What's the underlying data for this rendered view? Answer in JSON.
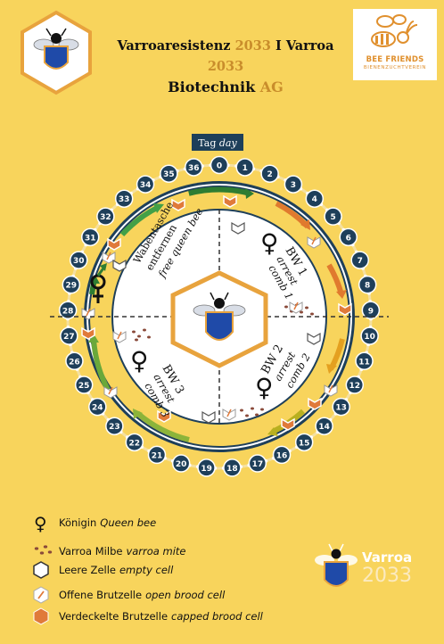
{
  "header": {
    "line1_a": "Varroaresistenz ",
    "line1_b": "2033",
    "line1_c": " I Varroa ",
    "line1_d": "2033",
    "line2_a": "Biotechnik ",
    "line2_b": "AG"
  },
  "partner_logo": {
    "name": "BEE FRIENDS",
    "sub": "BIENENZUCHTVEREIN"
  },
  "tag_label": {
    "de": "Tag ",
    "en": "day"
  },
  "days": [
    "0",
    "1",
    "2",
    "3",
    "4",
    "5",
    "6",
    "7",
    "8",
    "9",
    "10",
    "11",
    "12",
    "13",
    "14",
    "15",
    "16",
    "17",
    "18",
    "19",
    "20",
    "21",
    "22",
    "23",
    "24",
    "25",
    "26",
    "27",
    "28",
    "29",
    "30",
    "31",
    "32",
    "33",
    "34",
    "35",
    "36"
  ],
  "quadrants": {
    "bw1": {
      "title": "BW 1",
      "l1": "arrest",
      "l2": "comb 1"
    },
    "bw2": {
      "title": "BW 2",
      "l1": "arrest",
      "l2": "comb 2"
    },
    "bw3": {
      "title": "BW 3",
      "l1": "arrest",
      "l2": "comb 3"
    },
    "free": {
      "l1": "Wabentasche",
      "l2": "entfernen",
      "l3": "free queen bee"
    }
  },
  "legend": {
    "queen": {
      "de": "Königin",
      "en": "Queen bee"
    },
    "mite": {
      "de": "Varroa Milbe",
      "en": "varroa mite"
    },
    "empty": {
      "de": "Leere Zelle",
      "en": "empty cell"
    },
    "open": {
      "de": "Offene Brutzelle",
      "en": "open brood cell"
    },
    "capped": {
      "de": "Verdeckelte Brutzelle",
      "en": "capped brood cell"
    }
  },
  "brand": {
    "name": "Varroa",
    "year": "2033"
  },
  "colors": {
    "background": "#f8d45c",
    "navy": "#1e3f5a",
    "green": "#2e7d32",
    "orange": "#e07a2e",
    "capped": "#e07a3a",
    "gold": "#c98d2b"
  }
}
